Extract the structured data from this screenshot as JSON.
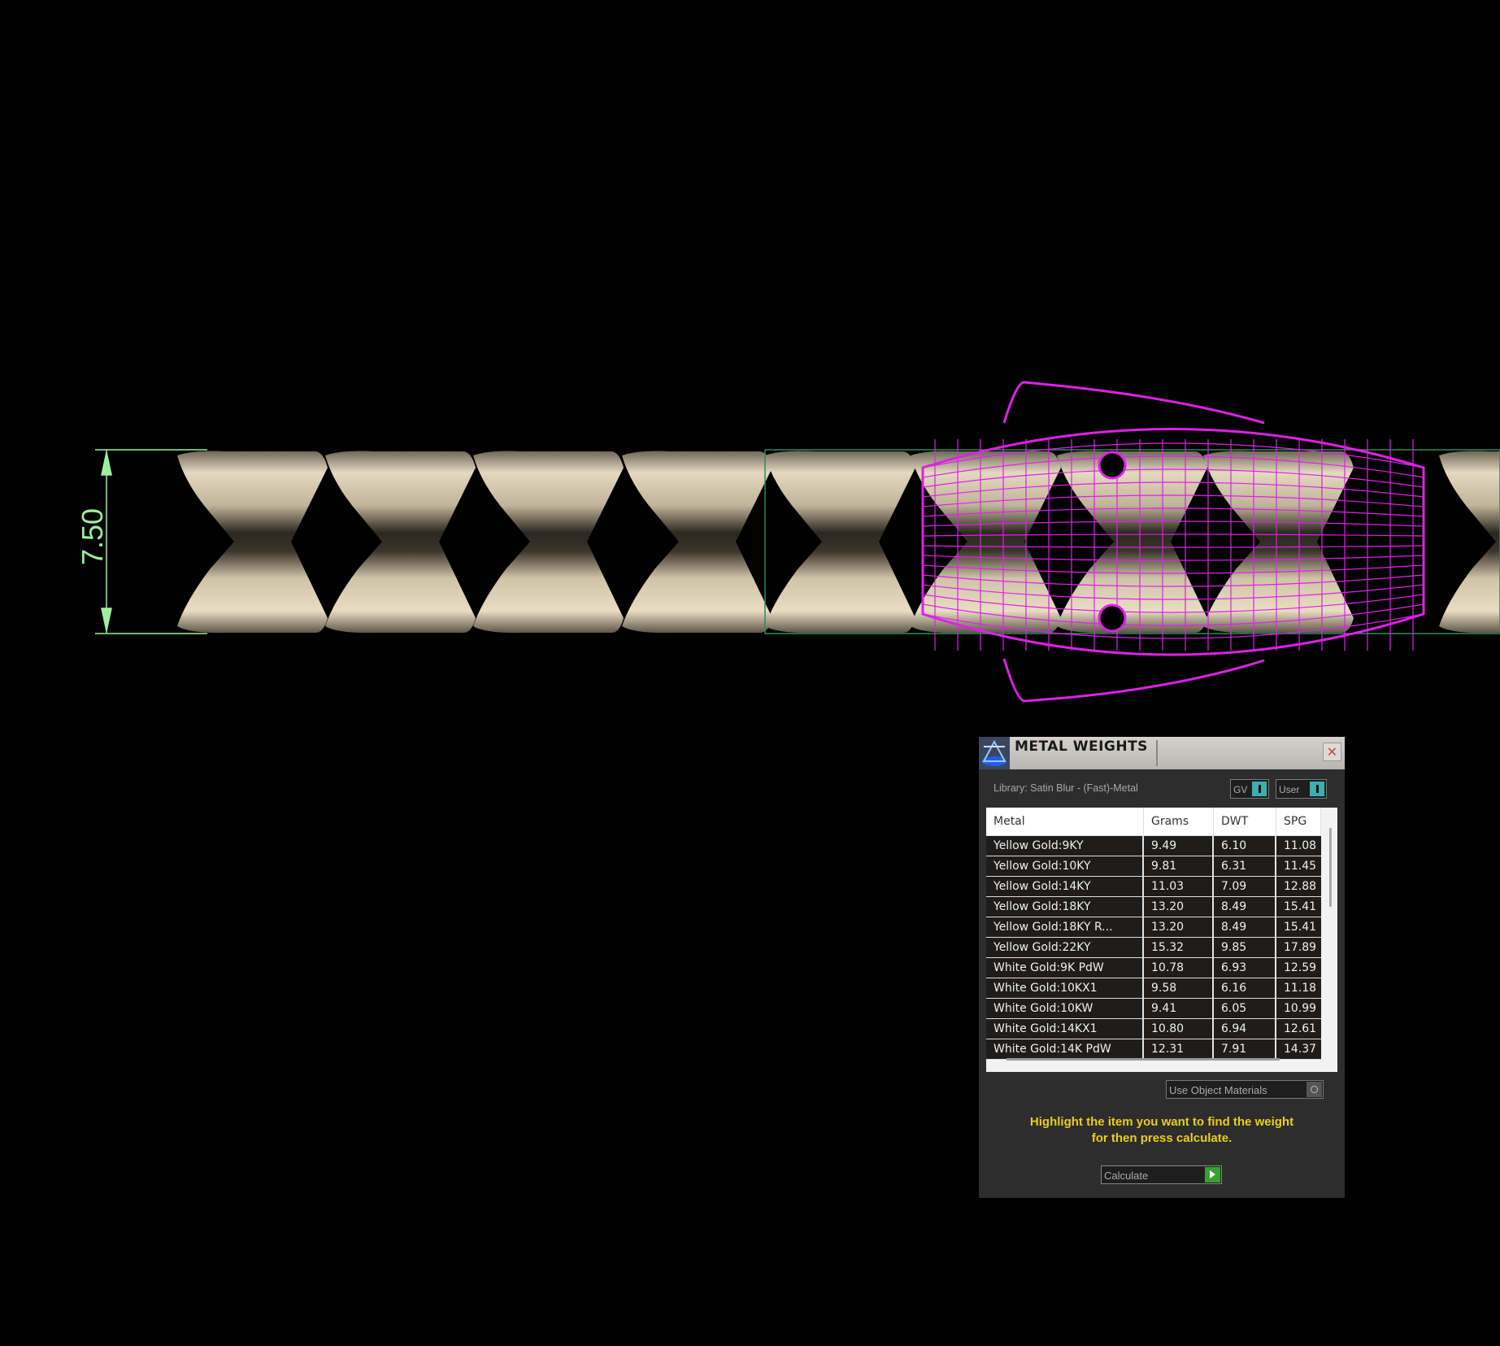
{
  "viewport": {
    "dimension_label": "7.50",
    "colors": {
      "dimension": "#9ef09e",
      "wireframe": "#e020e8",
      "metal": "#d8ccb0",
      "selection_box": "#2a8a5a"
    }
  },
  "dialog": {
    "title": "METAL WEIGHTS",
    "icon": "scale-icon",
    "close_label": "✕",
    "library_label": "Library: Satin Blur - (Fast)-Metal",
    "toggles": [
      {
        "label": "GV"
      },
      {
        "label": "User"
      }
    ],
    "table": {
      "headers": [
        "Metal",
        "Grams",
        "DWT",
        "SPG"
      ],
      "rows": [
        [
          "Yellow Gold:9KY",
          "9.49",
          "6.10",
          "11.08"
        ],
        [
          "Yellow Gold:10KY",
          "9.81",
          "6.31",
          "11.45"
        ],
        [
          "Yellow Gold:14KY",
          "11.03",
          "7.09",
          "12.88"
        ],
        [
          "Yellow Gold:18KY",
          "13.20",
          "8.49",
          "15.41"
        ],
        [
          "Yellow Gold:18KY R...",
          "13.20",
          "8.49",
          "15.41"
        ],
        [
          "Yellow Gold:22KY",
          "15.32",
          "9.85",
          "17.89"
        ],
        [
          "White Gold:9K PdW",
          "10.78",
          "6.93",
          "12.59"
        ],
        [
          "White Gold:10KX1",
          "9.58",
          "6.16",
          "11.18"
        ],
        [
          "White Gold:10KW",
          "9.41",
          "6.05",
          "10.99"
        ],
        [
          "White Gold:14KX1",
          "10.80",
          "6.94",
          "12.61"
        ],
        [
          "White Gold:14K PdW",
          "12.31",
          "7.91",
          "14.37"
        ]
      ]
    },
    "use_object_materials_label": "Use Object Materials",
    "hint_line1": "Highlight the item you want to find the weight",
    "hint_line2": "for then press calculate.",
    "calculate_label": "Calculate",
    "accent_hint": "#e8cf1c",
    "accent_toggle": "#3bb0b0",
    "accent_go": "#3aa030"
  }
}
